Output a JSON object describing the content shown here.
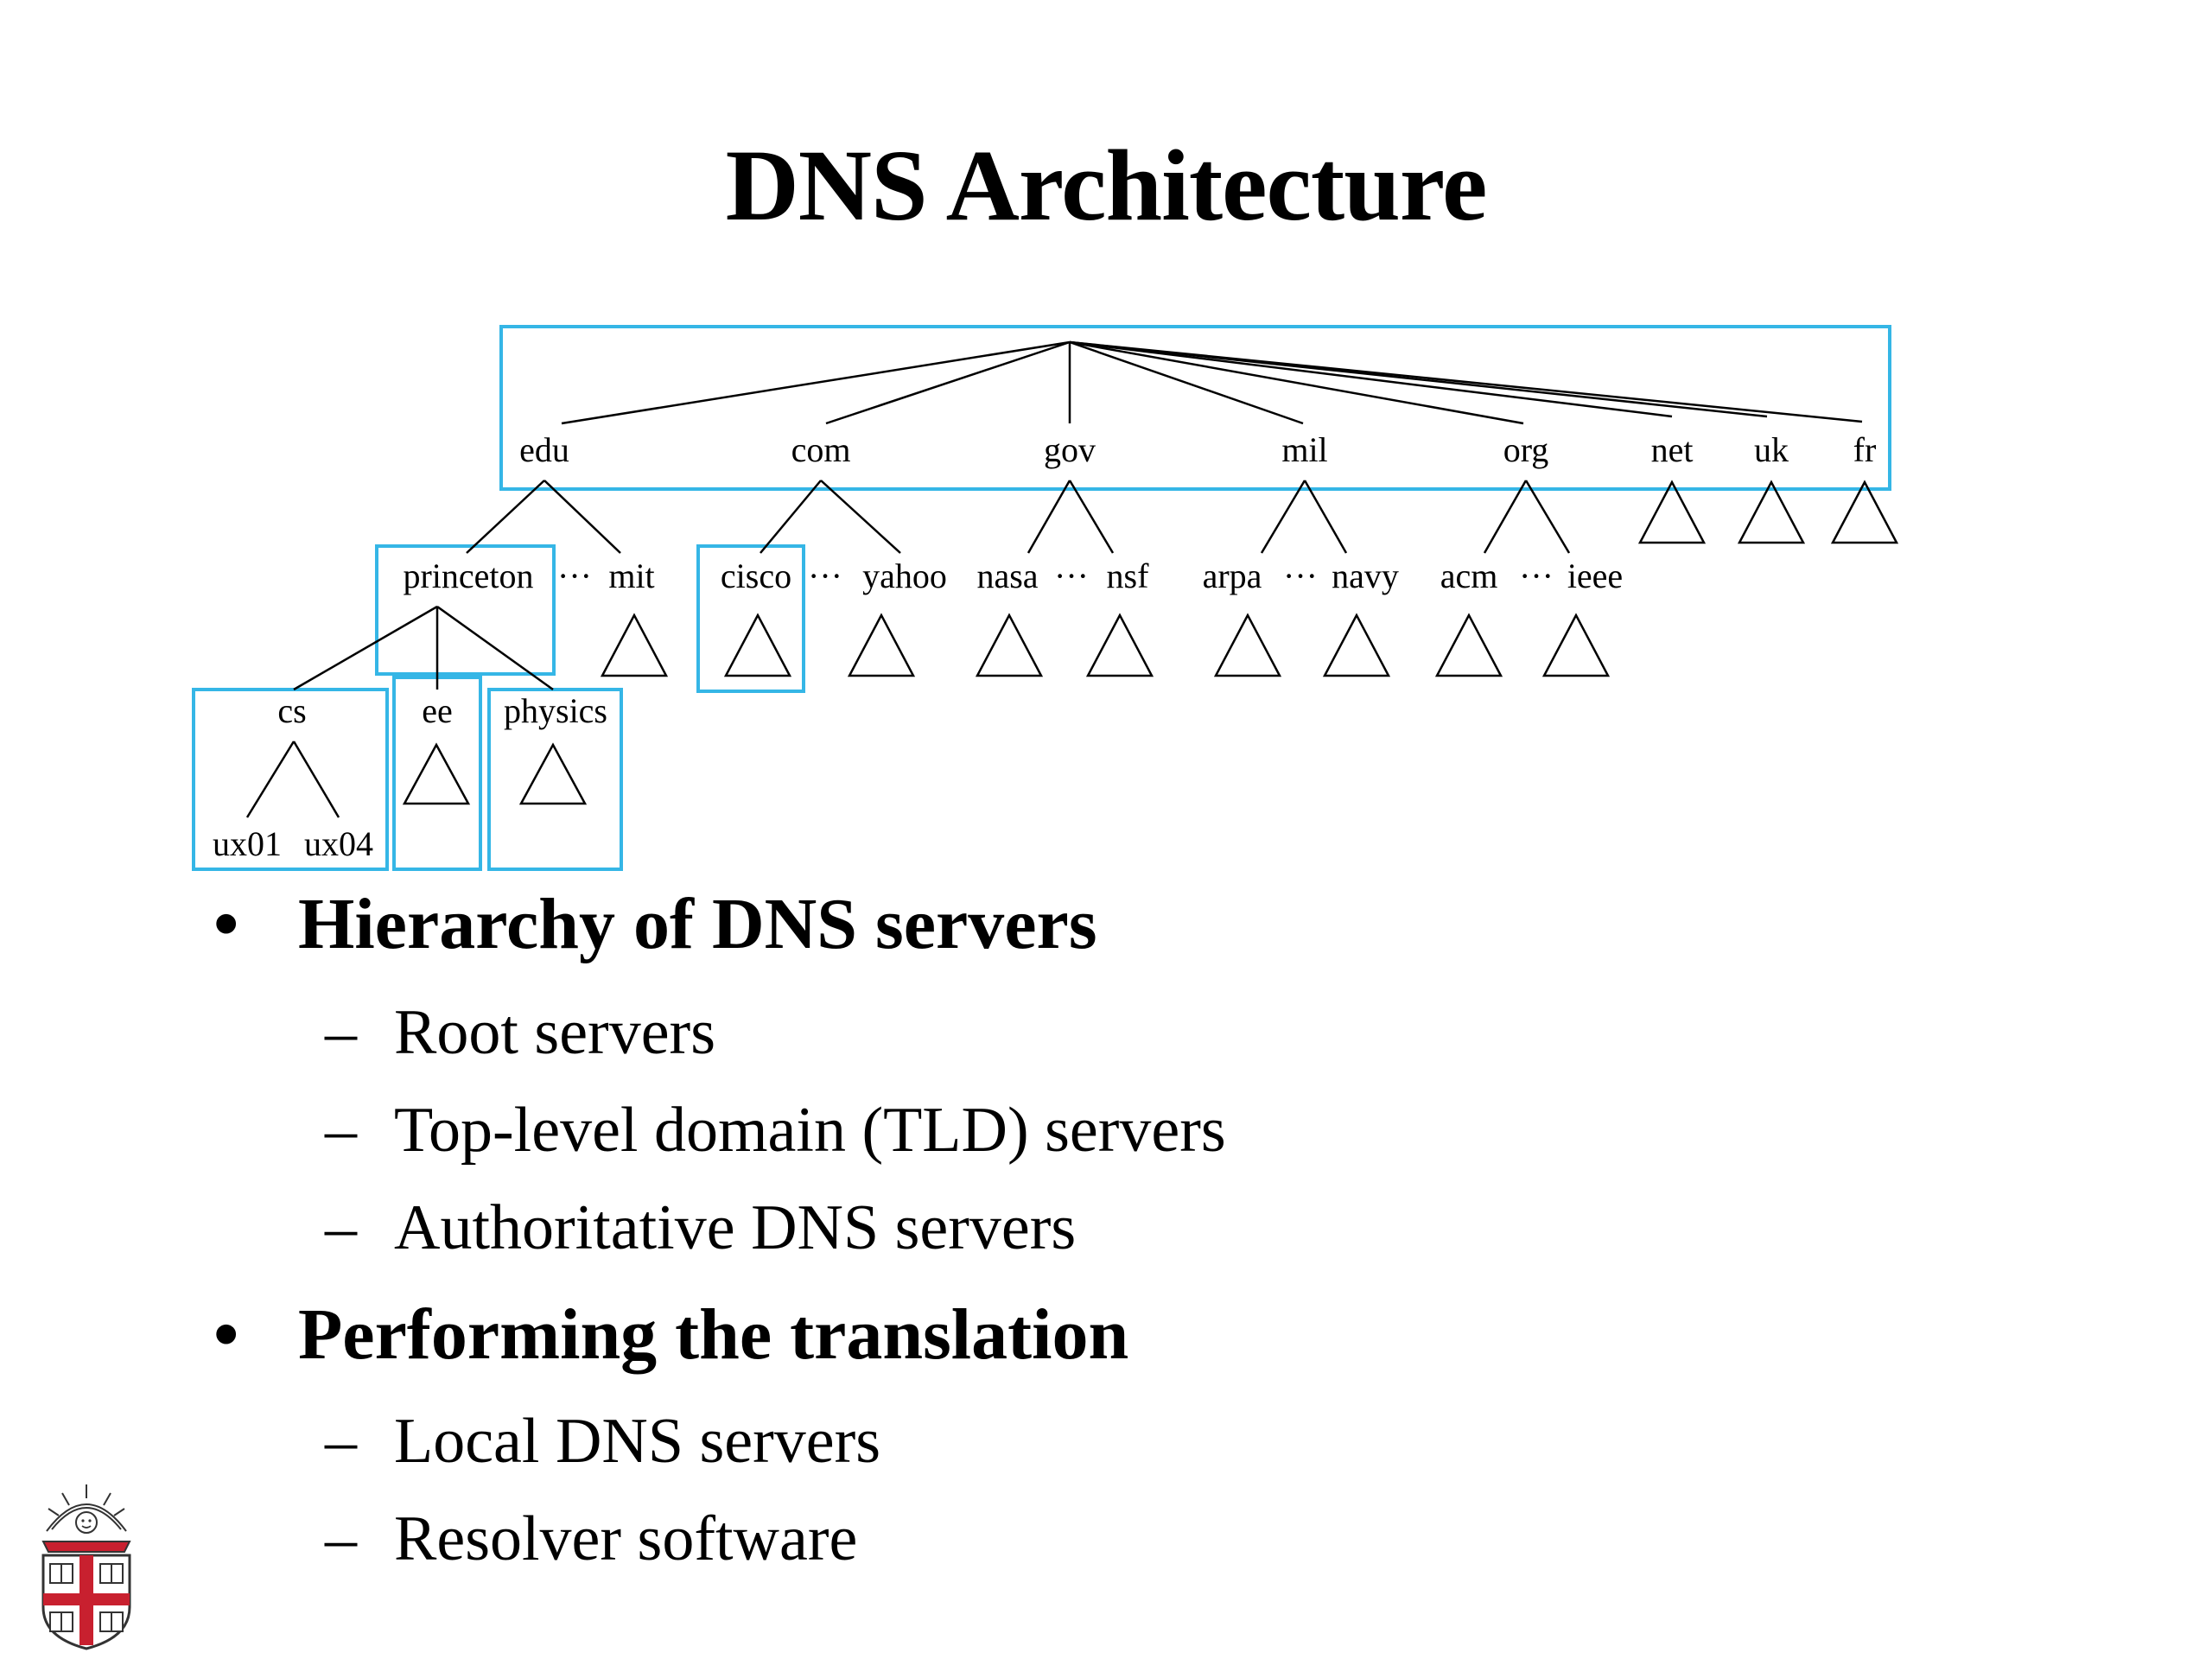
{
  "slide": {
    "title": "DNS Architecture"
  },
  "tree": {
    "tld": [
      "edu",
      "com",
      "gov",
      "mil",
      "org",
      "net",
      "uk",
      "fr"
    ],
    "second_level": [
      {
        "left": "princeton",
        "sep": "···",
        "right": "mit"
      },
      {
        "left": "cisco",
        "sep": "···",
        "right": "yahoo"
      },
      {
        "left": "nasa",
        "sep": "···",
        "right": "nsf"
      },
      {
        "left": "arpa",
        "sep": "···",
        "right": "navy"
      },
      {
        "left": "acm",
        "sep": "···",
        "right": "ieee"
      }
    ],
    "third_level": [
      "cs",
      "ee",
      "physics"
    ],
    "hosts": [
      "ux01",
      "ux04"
    ],
    "zone_color": "#35b6e6"
  },
  "bullets": [
    {
      "text": "Hierarchy of DNS servers",
      "subitems": [
        "Root servers",
        "Top-level domain (TLD) servers",
        "Authoritative DNS servers"
      ]
    },
    {
      "text": "Performing the translation",
      "subitems": [
        "Local DNS servers",
        "Resolver software"
      ]
    }
  ],
  "marks": {
    "bullet_symbol": "•",
    "dash_symbol": "–"
  }
}
